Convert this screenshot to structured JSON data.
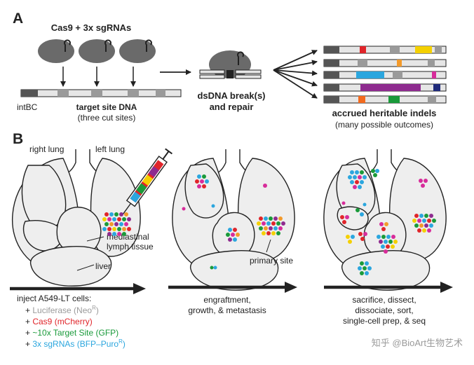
{
  "panel_a": {
    "label": "A",
    "title": "Cas9 + 3x sgRNAs",
    "intbc_label": "intBC",
    "target_title": "target site DNA",
    "target_sub": "(three cut sites)",
    "break_line1": "dsDNA break(s)",
    "break_line2": "and repair",
    "outcome_title": "accrued heritable indels",
    "outcome_sub": "(many possible outcomes)"
  },
  "panel_b": {
    "label": "B",
    "right_lung": "right lung",
    "left_lung": "left lung",
    "mediastinal_line1": "mediastinal",
    "mediastinal_line2": "lymph tissue",
    "liver": "liver",
    "primary_site": "primary site",
    "inject_title": "inject A549-LT cells:",
    "inject_items": [
      {
        "prefix": "+ ",
        "name": "Luciferase (Neo",
        "sup": "R",
        "suffix": ")",
        "color": "#9a9a9a"
      },
      {
        "prefix": "+ ",
        "name": "Cas9 (mCherry)",
        "sup": "",
        "suffix": "",
        "color": "#e0252a"
      },
      {
        "prefix": "+ ",
        "name": "~10x Target Site (GFP)",
        "sup": "",
        "suffix": "",
        "color": "#1a9a3a"
      },
      {
        "prefix": "+ ",
        "name": "3x sgRNAs (BFP–Puro",
        "sup": "R",
        "suffix": ")",
        "color": "#2ba6de"
      }
    ],
    "stage2_line1": "engraftment,",
    "stage2_line2": "growth, & metastasis",
    "stage3_line1": "sacrifice, dissect,",
    "stage3_line2": "dissociate, sort,",
    "stage3_line3": "single-cell prep, & seq"
  },
  "watermark": "知乎 @BioArt生物艺术",
  "colors": {
    "outline": "#222222",
    "lung_fill": "#eeeeee",
    "cas9": "#6a6a6a",
    "dna_gray": "#9a9a9a",
    "dna_light": "#e6e6e6"
  }
}
